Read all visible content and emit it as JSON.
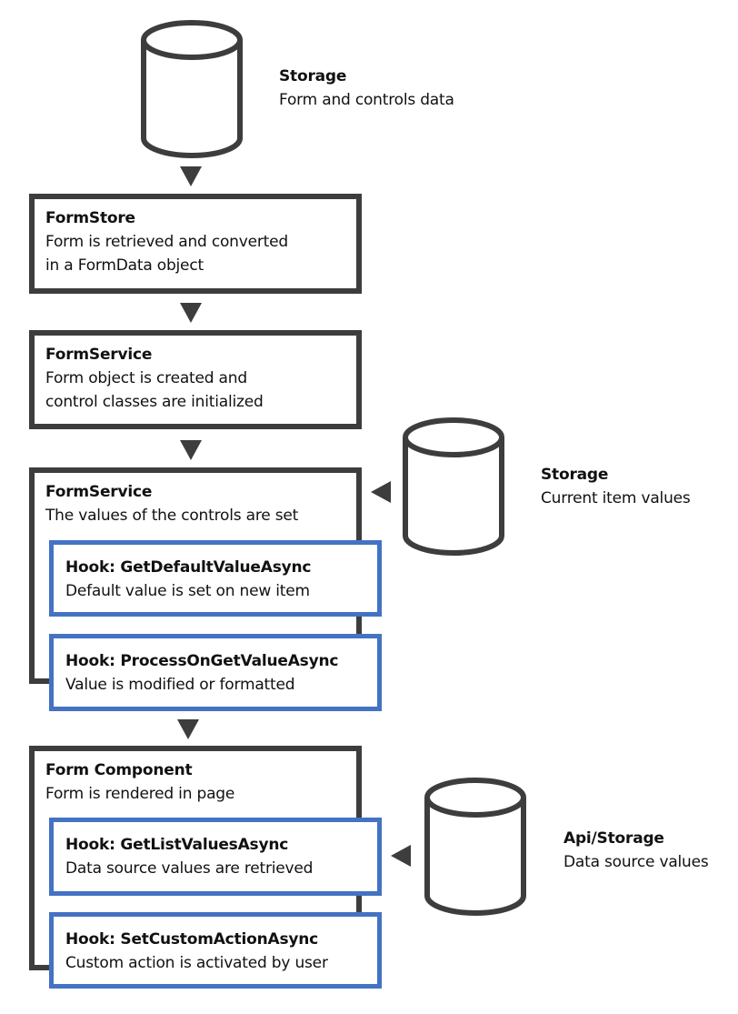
{
  "storages": [
    {
      "title": "Storage",
      "desc": "Form and controls data"
    },
    {
      "title": "Storage",
      "desc": "Current item values"
    },
    {
      "title": "Api/Storage",
      "desc": "Data source values"
    }
  ],
  "steps": [
    {
      "title": "FormStore",
      "lines": [
        "Form is retrieved and converted",
        "in a FormData object"
      ]
    },
    {
      "title": "FormService",
      "lines": [
        "Form object is created and",
        "control classes are initialized"
      ]
    },
    {
      "title": "FormService",
      "lines": [
        "The values of the controls are set"
      ],
      "hooks": [
        {
          "title": "Hook: GetDefaultValueAsync",
          "desc": "Default value is set on new item"
        },
        {
          "title": "Hook: ProcessOnGetValueAsync",
          "desc": "Value is modified or formatted"
        }
      ]
    },
    {
      "title": "Form Component",
      "lines": [
        "Form is rendered in page"
      ],
      "hooks": [
        {
          "title": "Hook: GetListValuesAsync",
          "desc": "Data source values are retrieved"
        },
        {
          "title": "Hook: SetCustomActionAsync",
          "desc": "Custom action is activated by user"
        }
      ]
    }
  ],
  "colors": {
    "stroke": "#3d3d3d",
    "hook_border": "#4472c4"
  }
}
